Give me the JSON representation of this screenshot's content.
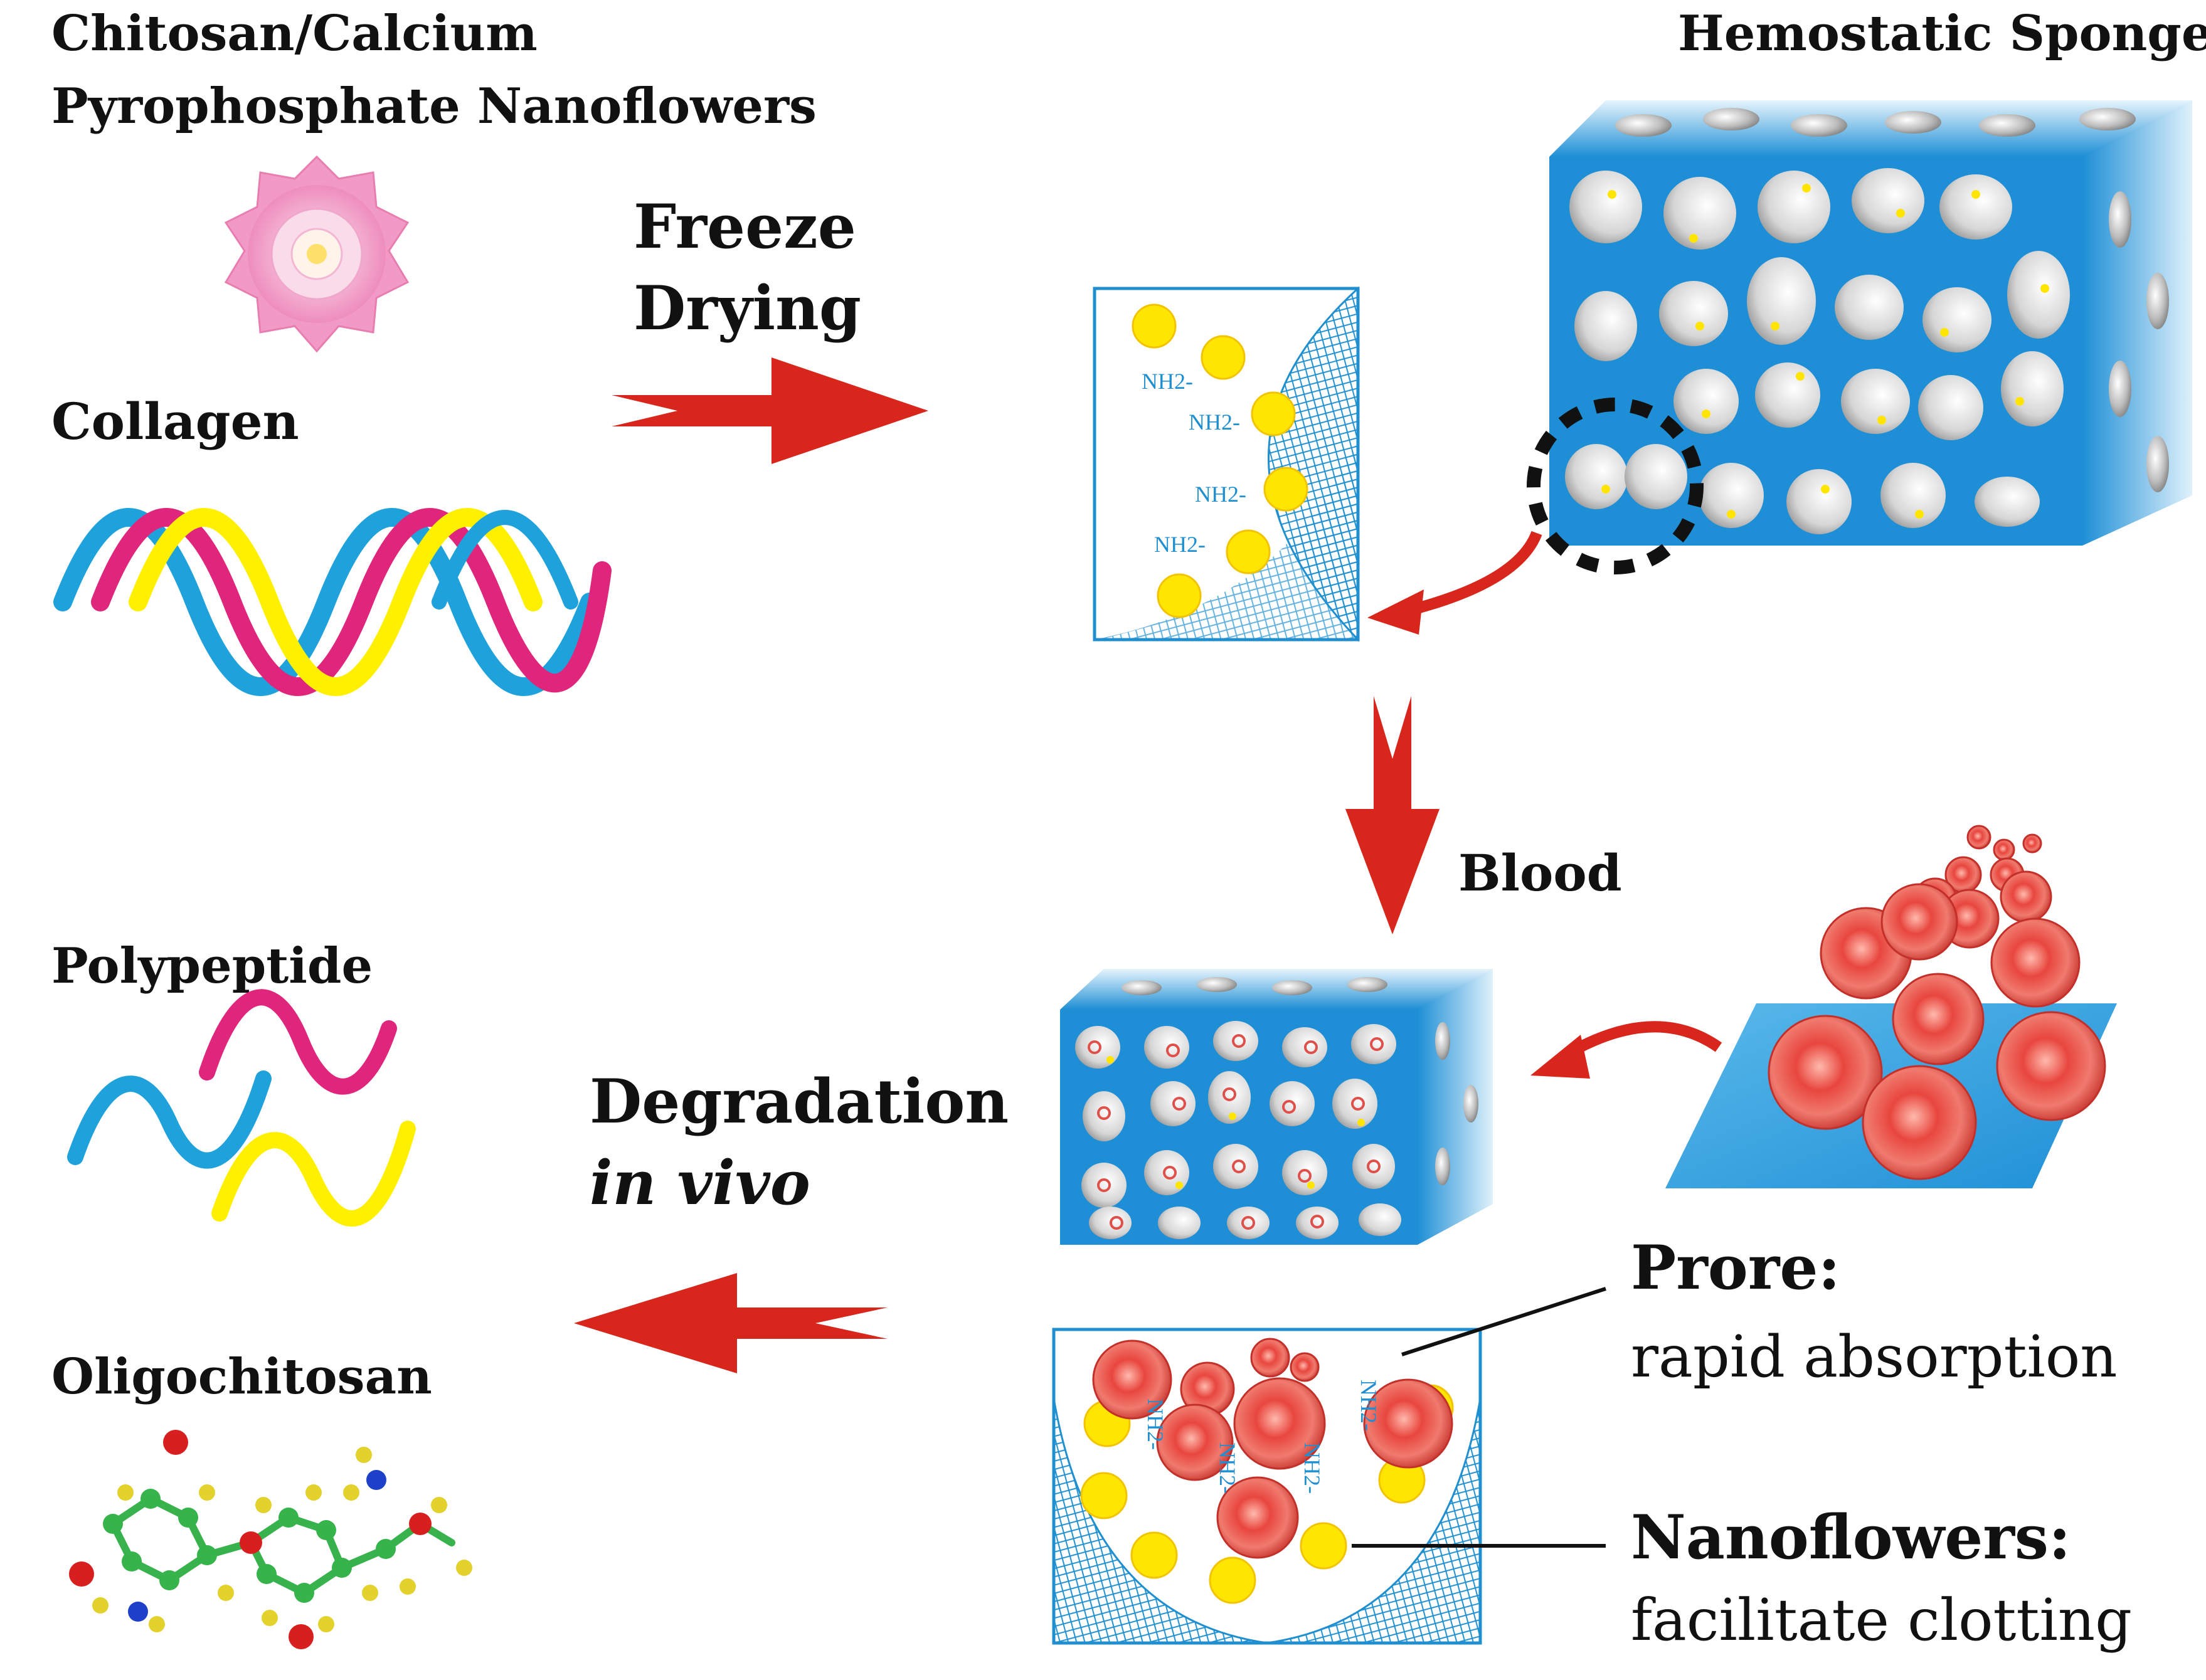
{
  "labels": {
    "nanoflowers_line1": "Chitosan/Calcium",
    "nanoflowers_line2": "Pyrophosphate Nanoflowers",
    "collagen": "Collagen",
    "freeze_line1": "Freeze",
    "freeze_line2": "Drying",
    "hemostatic_sponge": "Hemostatic Sponge",
    "blood": "Blood",
    "polypeptide": "Polypeptide",
    "degradation": "Degradation",
    "in_vivo": "in vivo",
    "oligochitosan": "Oligochitosan",
    "pore_title": "Prore:",
    "pore_desc": "rapid absorption",
    "nanoflowers_title": "Nanoflowers:",
    "nanoflowers_desc": "facilitate clotting",
    "amine": "NH2-"
  },
  "colors": {
    "sponge_blue": "#1e8fd6",
    "arrow_red": "#d9261c",
    "nanoflower_yellow": "#ffe500",
    "collagen_magenta": "#e0267c",
    "collagen_cyan": "#1fa2dc",
    "collagen_yellow": "#fff000",
    "flower_pink": "#f29ac6",
    "cell_red": "#e85a50"
  }
}
